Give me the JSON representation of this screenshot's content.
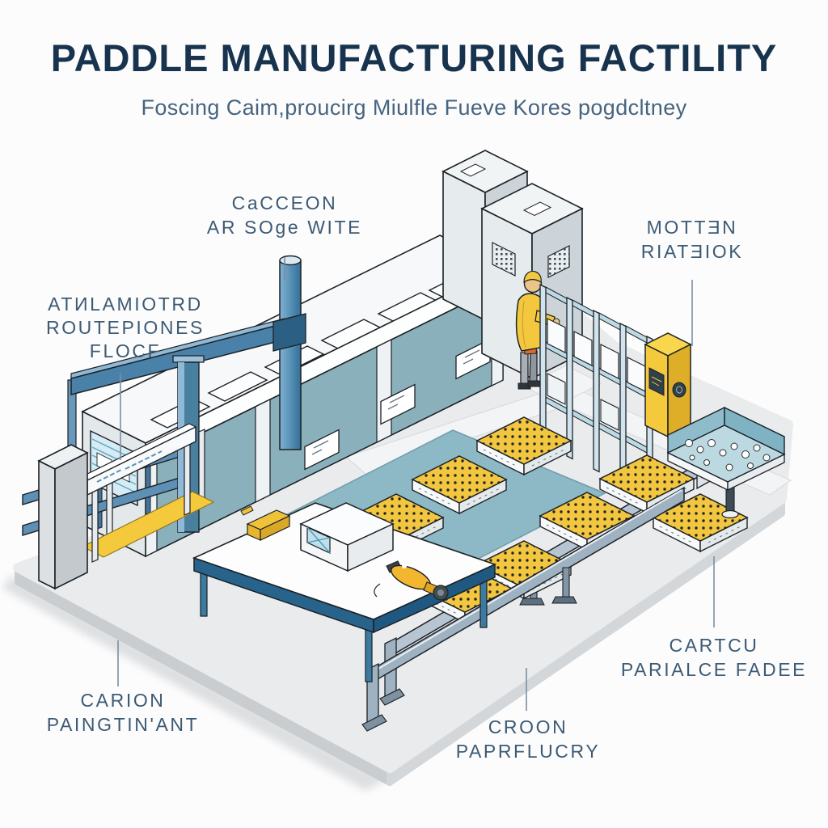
{
  "header": {
    "title": "PADDLE MANUFACTURING FACTILITY",
    "subtitle": "Foscing Caim,proucirg Miulfle Fueve Kores pogdcltney"
  },
  "callouts": {
    "storage_area": {
      "lines": [
        "CaCCEON",
        "AR SOge WITE"
      ]
    },
    "material_station": {
      "lines": [
        "MOTTƎN",
        "RIATƎIOK"
      ]
    },
    "automated_floor": {
      "lines": [
        "ATИLAMIOTRD",
        "ROUTEPIONES",
        "FLOCF"
      ]
    },
    "paint_station": {
      "lines": [
        "CARION",
        "PAINGTIN'ANT"
      ]
    },
    "conveyor_line": {
      "lines": [
        "CROON",
        "PAPRFLUCRY"
      ]
    },
    "packing_area": {
      "lines": [
        "CARTCU",
        "PARIALCE FADEE"
      ]
    }
  },
  "scene": {
    "description": "isometric paddle factory floor illustration",
    "pallet_count": 8,
    "elements": [
      "production-line-machine",
      "gantry-post",
      "overhead-beam",
      "safety-rails",
      "gate-frame",
      "concrete-pillar",
      "storage-cabinets",
      "worker",
      "shelf-racks",
      "dispenser-box",
      "paddle-pallets",
      "workbench",
      "power-tool",
      "conveyor",
      "parts-tray"
    ]
  },
  "colors": {
    "title_navy": "#17334E",
    "label_slate": "#3C5A74",
    "machine_teal": "#8AB1BB",
    "floor_gray": "#E9EBED",
    "floor_teal": "#8DB8C5",
    "pallet_yellow": "#F2C63E",
    "steel_blue": "#4A81A8",
    "safety_yellow": "#F5C93C",
    "outline_ink": "#1C2126"
  }
}
